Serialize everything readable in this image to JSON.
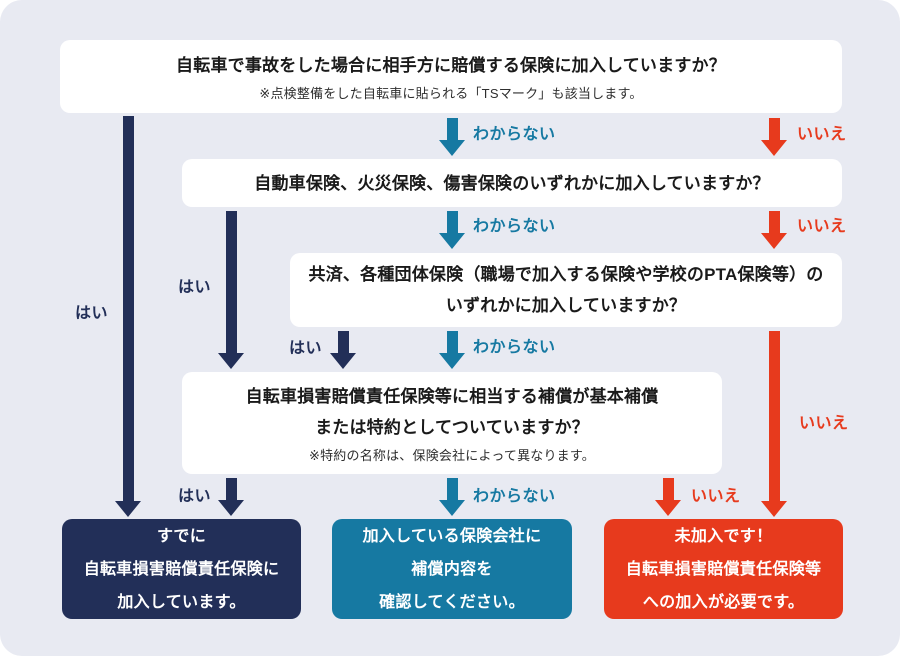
{
  "colors": {
    "navy": "#222f58",
    "teal": "#1679a2",
    "red": "#e73a1d",
    "panel": "#e8eaf2",
    "box": "#ffffff"
  },
  "labels": {
    "yes": "はい",
    "unknown": "わからない",
    "no": "いいえ"
  },
  "questions": [
    {
      "text": "自転車で事故をした場合に相手方に賠償する保険に加入していますか？",
      "note": "※点検整備をした自転車に貼られる「TSマーク」も該当します。"
    },
    {
      "text": "自動車保険、火災保険、傷害保険のいずれかに加入していますか？"
    },
    {
      "lines": [
        "共済、各種団体保険（職場で加入する保険や学校のPTA保険等）の",
        "いずれかに加入していますか？"
      ]
    },
    {
      "lines": [
        "自転車損害賠償責任保険等に相当する補償が基本補償",
        "または特約としてついていますか？"
      ],
      "note": "※特約の名称は、保険会社によって異なります。"
    }
  ],
  "results": [
    {
      "id": "already-insured",
      "lines": [
        "すでに",
        "自転車損害賠償責任保険に",
        "加入しています。"
      ]
    },
    {
      "id": "check-coverage",
      "lines": [
        "加入している保険会社に",
        "補償内容を",
        "確認してください。"
      ]
    },
    {
      "id": "not-insured",
      "lines": [
        "未加入です！",
        "自転車損害賠償責任保険等",
        "への加入が必要です。"
      ]
    }
  ]
}
